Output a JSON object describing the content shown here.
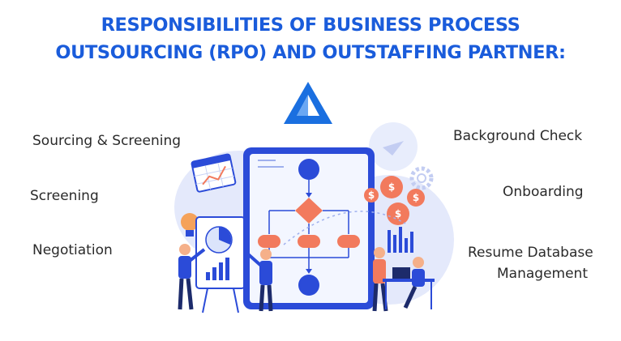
{
  "title": {
    "line1": "RESPONSIBILITIES OF BUSINESS PROCESS",
    "line2": "OUTSOURCING (RPO) AND OUTSTAFFING PARTNER:"
  },
  "left_items": [
    "Sourcing & Screening",
    "Screening",
    "Negotiation"
  ],
  "right_items": [
    "Background Check",
    "Onboarding",
    "Resume Database",
    "Management"
  ],
  "icons": {
    "logo": "triangle-logo-icon",
    "illustration": "business-process-flowchart-illustration"
  },
  "colors": {
    "title": "#1a5cdb",
    "logo": "#1a6fe0",
    "accent_orange": "#f27a5d",
    "board_blue": "#2b4bd8",
    "pale_blue": "#dfe6fb"
  }
}
